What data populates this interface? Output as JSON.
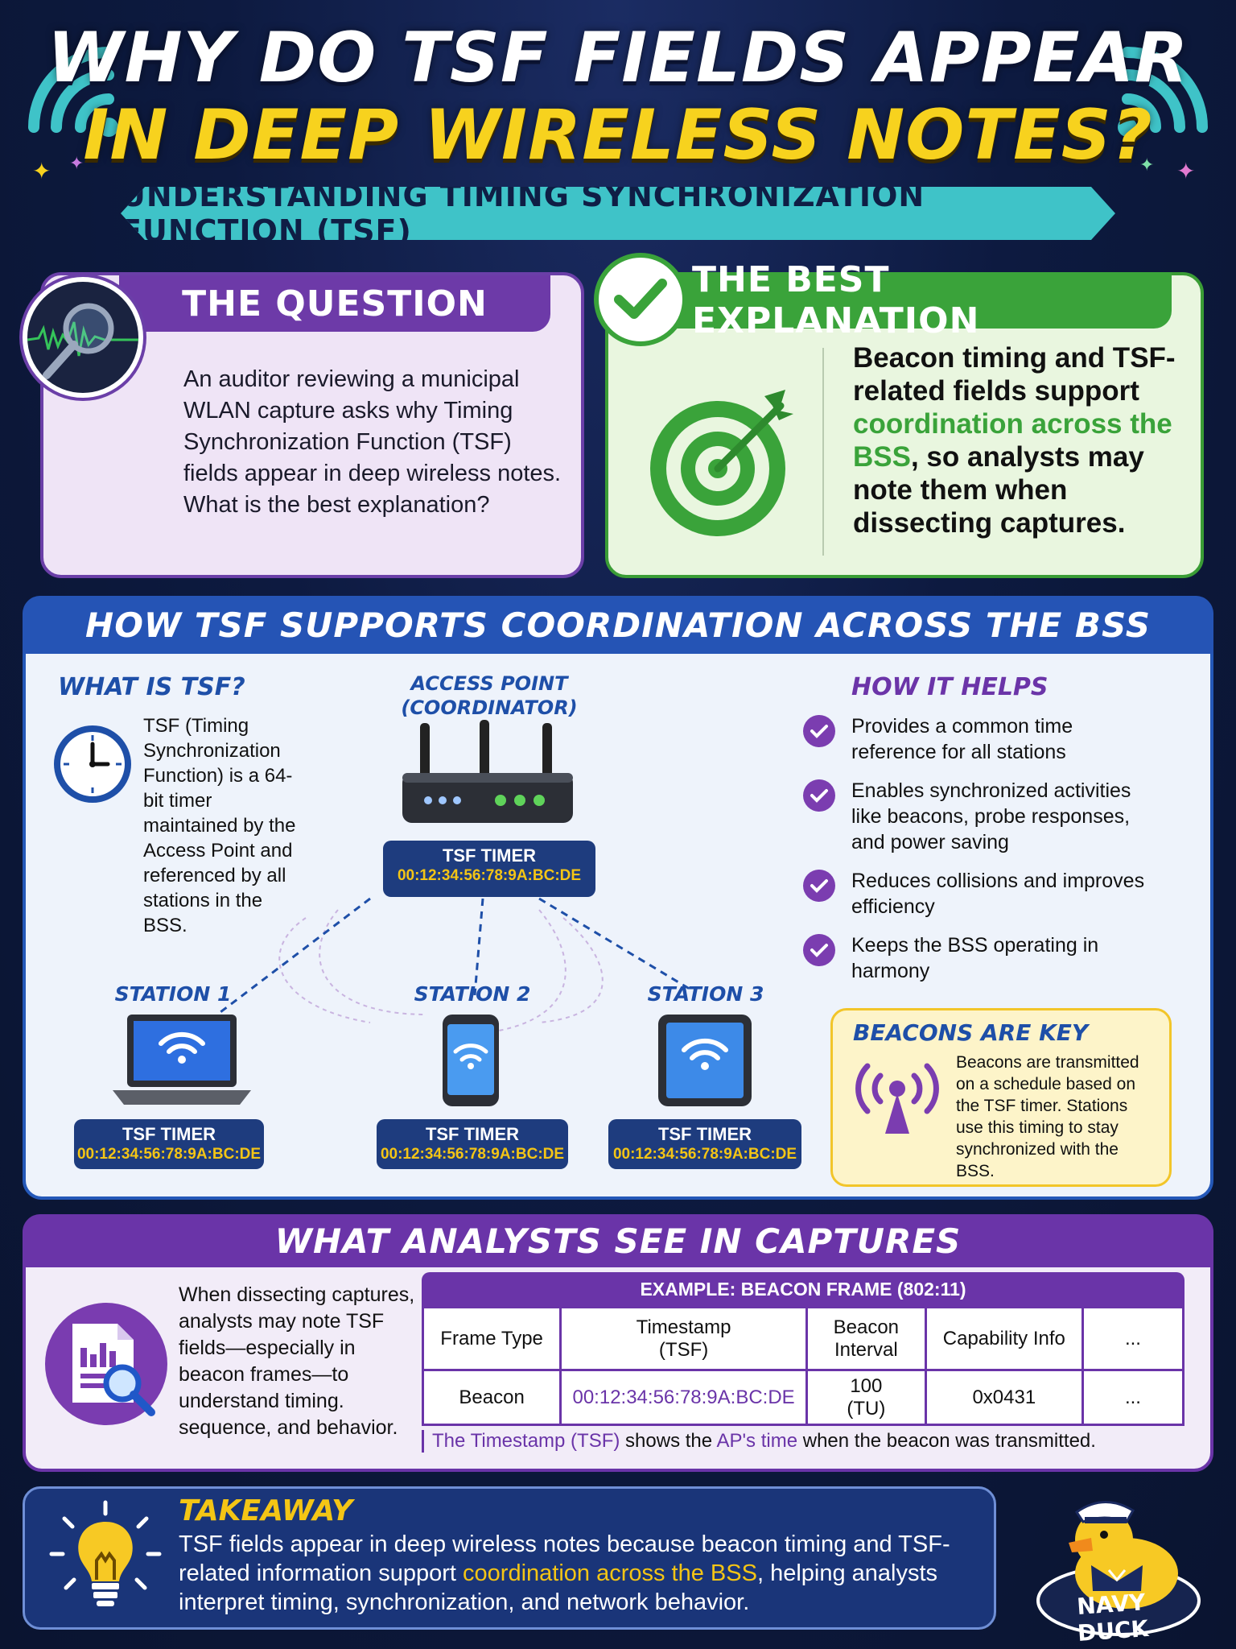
{
  "header": {
    "title_line1": "WHY DO TSF FIELDS APPEAR",
    "title_line2": "IN DEEP WIRELESS NOTES?",
    "subtitle": "UNDERSTANDING TIMING SYNCHRONIZATION FUNCTION (TSF)"
  },
  "question": {
    "heading": "THE QUESTION",
    "body": "An auditor reviewing a municipal WLAN capture asks why Timing Synchronization Function (TSF) fields appear in deep wireless notes. What is the best explanation?",
    "icon": "magnifier-signal-icon"
  },
  "explanation": {
    "heading": "THE BEST EXPLANATION",
    "text_before": "Beacon timing and TSF-related fields support ",
    "highlight": "coordination across the BSS",
    "text_after": ", so analysts may note them when dissecting captures.",
    "icon": "target-icon",
    "accent": "#3aa33a"
  },
  "how": {
    "heading": "HOW TSF SUPPORTS COORDINATION ACROSS THE BSS",
    "what_is": {
      "heading": "WHAT IS TSF?",
      "body": "TSF (Timing Synchronization Function) is a 64-bit timer maintained by the Access Point and referenced by all stations in the BSS."
    },
    "access_point": {
      "label_line1": "ACCESS POINT",
      "label_line2": "(COORDINATOR)",
      "timer_label": "TSF TIMER",
      "timer_value": "00:12:34:56:78:9A:BC:DE"
    },
    "stations": [
      {
        "label": "STATION 1",
        "timer_label": "TSF TIMER",
        "timer_value": "00:12:34:56:78:9A:BC:DE",
        "icon": "laptop-icon"
      },
      {
        "label": "STATION 2",
        "timer_label": "TSF TIMER",
        "timer_value": "00:12:34:56:78:9A:BC:DE",
        "icon": "phone-icon"
      },
      {
        "label": "STATION 3",
        "timer_label": "TSF TIMER",
        "timer_value": "00:12:34:56:78:9A:BC:DE",
        "icon": "tablet-icon"
      }
    ],
    "helps": {
      "heading": "HOW IT HELPS",
      "items": [
        "Provides a common time reference for all stations",
        "Enables synchronized activities like beacons, probe responses, and power saving",
        "Reduces collisions and improves efficiency",
        "Keeps the BSS operating in harmony"
      ]
    },
    "beacons": {
      "heading": "BEACONS ARE KEY",
      "body": "Beacons are transmitted on a schedule based on the TSF timer. Stations use this timing to stay synchronized with the BSS."
    }
  },
  "analysts": {
    "heading": "WHAT ANALYSTS SEE IN CAPTURES",
    "body": "When dissecting captures, analysts may note TSF fields—especially in beacon frames—to understand timing. sequence, and behavior.",
    "table_title": "EXAMPLE: BEACON FRAME (802:11)",
    "columns": [
      "Frame Type",
      "Timestamp (TSF)",
      "Beacon Interval",
      "Capability Info",
      "..."
    ],
    "row": [
      "Beacon",
      "00:12:34:56:78:9A:BC:DE",
      "100 (TU)",
      "0x0431",
      "..."
    ],
    "note_parts": [
      "The Timestamp",
      " (TSF) ",
      "shows the",
      " AP's time ",
      "when the beacon was transmitted."
    ]
  },
  "takeaway": {
    "heading": "TAKEAWAY",
    "text_before": "TSF fields appear in deep wireless notes because beacon timing and TSF-related information support ",
    "highlight": "coordination across the BSS",
    "text_after": ", helping analysts interpret timing, synchronization, and network behavior.",
    "icon": "lightbulb-icon"
  },
  "brand": {
    "name": "NAVY DUCK"
  },
  "colors": {
    "background": "#0d1a40",
    "title_yellow": "#f7d21e",
    "teal_banner": "#3fc3c8",
    "question_purple": "#6d3aa8",
    "answer_green": "#3aa33a",
    "section_blue": "#2554b5",
    "timer_value": "#f4c515"
  }
}
